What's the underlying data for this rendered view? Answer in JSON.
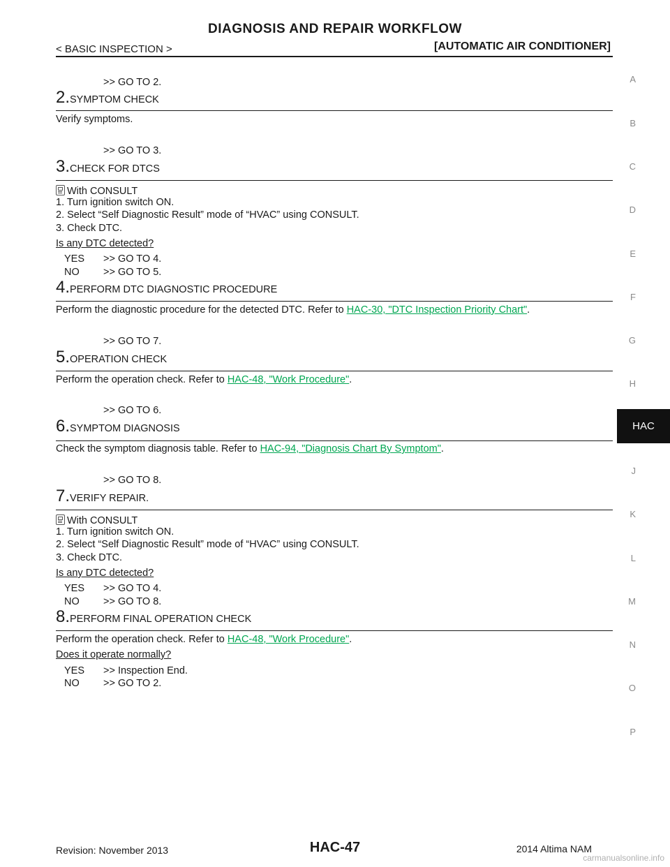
{
  "header": {
    "title": "DIAGNOSIS AND REPAIR WORKFLOW",
    "section": "< BASIC INSPECTION >",
    "category": "[AUTOMATIC AIR CONDITIONER]"
  },
  "side_index": {
    "letters": [
      "A",
      "B",
      "C",
      "D",
      "E",
      "F",
      "G",
      "H",
      "J",
      "K",
      "L",
      "M",
      "N",
      "O",
      "P"
    ],
    "active_tab": "HAC"
  },
  "content": {
    "goto_top": ">> GO TO 2.",
    "step2": {
      "num": "2.",
      "title": "SYMPTOM CHECK",
      "text": "Verify symptoms.",
      "goto": ">> GO TO 3."
    },
    "step3": {
      "num": "3.",
      "title": "CHECK FOR DTCS",
      "consult": "With CONSULT",
      "items": [
        "1.   Turn ignition switch ON.",
        "2.   Select “Self Diagnostic Result” mode of “HVAC” using CONSULT.",
        "3.   Check DTC."
      ],
      "question": "Is any DTC detected?",
      "yes_key": "YES",
      "yes_val": ">> GO TO 4.",
      "no_key": "NO",
      "no_val": ">> GO TO 5."
    },
    "step4": {
      "num": "4.",
      "title": "PERFORM DTC DIAGNOSTIC PROCEDURE",
      "text_before": "Perform the diagnostic procedure for the detected DTC. Refer to ",
      "link": "HAC-30, \"DTC Inspection Priority Chart\"",
      "text_after": ".",
      "goto": ">> GO TO 7."
    },
    "step5": {
      "num": "5.",
      "title": "OPERATION CHECK",
      "text_before": "Perform the operation check. Refer to ",
      "link": "HAC-48, \"Work Procedure\"",
      "text_after": ".",
      "goto": ">> GO TO 6."
    },
    "step6": {
      "num": "6.",
      "title": "SYMPTOM DIAGNOSIS",
      "text_before": "Check the symptom diagnosis table. Refer to ",
      "link": "HAC-94, \"Diagnosis Chart By Symptom\"",
      "text_after": ".",
      "goto": ">> GO TO 8."
    },
    "step7": {
      "num": "7.",
      "title": "VERIFY REPAIR.",
      "consult": "With CONSULT",
      "items": [
        "1.   Turn ignition switch ON.",
        "2.   Select “Self Diagnostic Result” mode of “HVAC” using CONSULT.",
        "3.   Check DTC."
      ],
      "question": "Is any DTC detected?",
      "yes_key": "YES",
      "yes_val": ">> GO TO 4.",
      "no_key": "NO",
      "no_val": ">> GO TO 8."
    },
    "step8": {
      "num": "8.",
      "title": "PERFORM FINAL OPERATION CHECK",
      "text_before": "Perform the operation check. Refer to ",
      "link": "HAC-48, \"Work Procedure\"",
      "text_after": ".",
      "question": "Does it operate normally?",
      "yes_key": "YES",
      "yes_val": ">> Inspection End.",
      "no_key": "NO",
      "no_val": ">> GO TO 2."
    }
  },
  "footer": {
    "revision": "Revision: November 2013",
    "page": "HAC-47",
    "model": "2014 Altima NAM",
    "watermark": "carmanualsonline.info"
  }
}
